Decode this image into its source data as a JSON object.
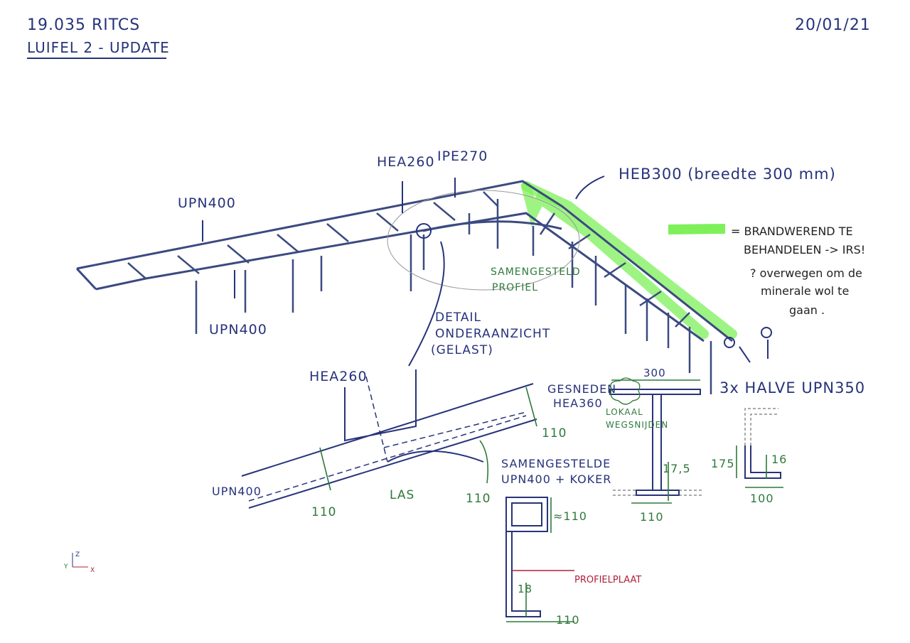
{
  "header": {
    "project": "19.035 RITCS",
    "subtitle": "LUIFEL 2 - UPDATE",
    "date": "20/01/21"
  },
  "iso_labels": {
    "hea260": "HEA260",
    "ipe270": "IPE270",
    "upn400_top": "UPN400",
    "upn400_bottom": "UPN400",
    "heb300": "HEB300 (breedte 300 mm)",
    "samengesteld": [
      "SAMENGESTELD",
      "PROFIEL"
    ],
    "detail": [
      "DETAIL",
      "ONDERAANZICHT",
      "(GELAST)"
    ]
  },
  "legend": {
    "highlight_color": "#7ef05a",
    "text": [
      "= BRANDWEREND TE",
      "BEHANDELEN -> IRS!"
    ],
    "note": [
      "? overwegen om de",
      "minerale wol te",
      "gaan ."
    ]
  },
  "detail": {
    "hea260": "HEA260",
    "gesneden": [
      "GESNEDEN",
      "HEA360"
    ],
    "dim_right": "110",
    "samengestelde": [
      "SAMENGESTELDE",
      "UPN400 + KOKER"
    ],
    "upn400": "UPN400",
    "las": "LAS",
    "dim_left": "110",
    "dim_mid": "110"
  },
  "section_i": {
    "width": "300",
    "lokaal": [
      "LOKAAL",
      "WEGSNIJDEN"
    ],
    "web": "17,5",
    "bottom": "110"
  },
  "section_upn": {
    "title": "3x HALVE UPN350",
    "height": "175",
    "thick": "16",
    "width": "100"
  },
  "section_koker": {
    "height": "≈110",
    "plate": "PROFIELPLAAT",
    "thick": "18",
    "width": "110"
  },
  "axes": {
    "z": "Z",
    "y": "Y",
    "x": "X"
  }
}
